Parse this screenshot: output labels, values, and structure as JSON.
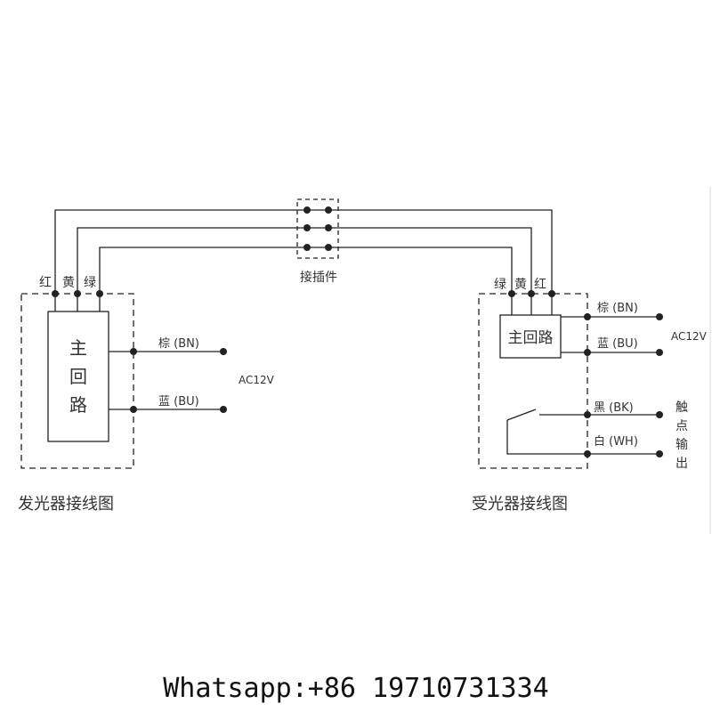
{
  "connector": {
    "label": "接插件"
  },
  "emitter": {
    "caption": "发光器接线图",
    "top_labels": [
      "红",
      "黄",
      "绿"
    ],
    "main_circuit": [
      "主",
      "回",
      "路"
    ],
    "brown": "棕 (BN)",
    "blue": "蓝 (BU)",
    "power": "AC12V"
  },
  "receiver": {
    "caption": "受光器接线图",
    "top_labels": [
      "绿",
      "黄",
      "红"
    ],
    "main_circuit": "主回路",
    "brown": "棕 (BN)",
    "blue": "蓝 (BU)",
    "power": "AC12V",
    "black": "黑 (BK)",
    "white": "白 (WH)",
    "contact_output": [
      "触",
      "点",
      "输",
      "出"
    ]
  },
  "footer": {
    "contact": "Whatsapp:+86 19710731334"
  },
  "colors": {
    "line": "#222222",
    "text": "#333333",
    "background": "#ffffff"
  }
}
